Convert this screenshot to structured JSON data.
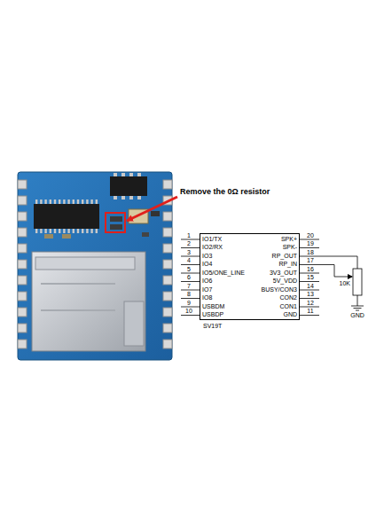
{
  "diagram": {
    "nodes": [
      {
        "text": [
          "SV19T"
        ]
      }
    ],
    "labels": [
      "Remove the 0Ω resistor",
      "1",
      "IO1/TX",
      "SPK+",
      "20",
      "2",
      "IO2/RX",
      "SPK-",
      "19",
      "3",
      "IO3",
      "RP_OUT",
      "18",
      "4",
      "IO4",
      "RP_IN",
      "17",
      "5",
      "IO5/ONE_LINE",
      "3V3_OUT",
      "16",
      "6",
      "IO6",
      "5V_VDD",
      "15",
      "7",
      "IO7",
      "BUSY/CON3",
      "14",
      "8",
      "IO8",
      "CON2",
      "13",
      "9",
      "USBDM",
      "CON1",
      "12",
      "10",
      "USBDP",
      "GND",
      "11",
      "10K",
      "GND"
    ]
  }
}
